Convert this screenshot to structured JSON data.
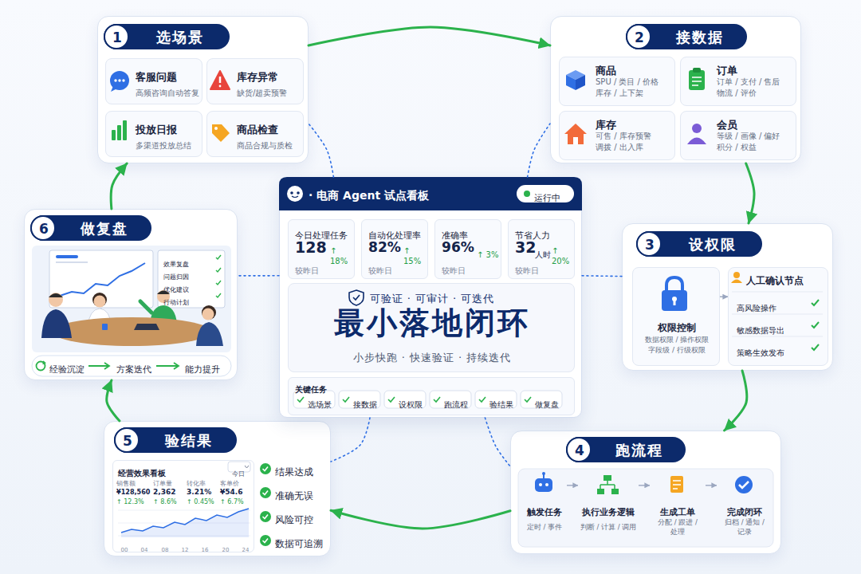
{
  "diagram": {
    "nodes": [
      {
        "text": [
          "1",
          "选场景"
        ]
      },
      {
        "text": [
          "客服问题",
          "高频咨询自动答复"
        ],
        "in": 0
      },
      {
        "text": [
          "库存异常",
          "缺货/超卖预警"
        ],
        "in": 0
      },
      {
        "text": [
          "投放日报",
          "多渠道投放总结"
        ],
        "in": 0
      },
      {
        "text": [
          "商品检查",
          "商品合规与质检"
        ],
        "in": 0
      },
      {
        "text": [
          "2",
          "接数据"
        ]
      },
      {
        "text": [
          "商品",
          "SPU / 类目 / 价格 库存 / 上下架"
        ],
        "in": 5
      },
      {
        "text": [
          "订单",
          "订单 / 支付 / 售后 物流 / 评价"
        ],
        "in": 5
      },
      {
        "text": [
          "库存",
          "可售 / 库存预警 调拨 / 出入库"
        ],
        "in": 5
      },
      {
        "text": [
          "会员",
          "等级 / 画像 / 偏好 积分 / 权益"
        ],
        "in": 5
      },
      {
        "text": [
          "3",
          "设权限"
        ]
      },
      {
        "text": [
          "权限控制",
          "数据权限 / 操作权限 字段级 / 行级权限"
        ],
        "in": 10
      },
      {
        "text": [
          "人工确认节点",
          "高风险操作",
          "敏感数据导出",
          "策略生效发布"
        ],
        "in": 10
      },
      {
        "text": [
          "4",
          "跑流程"
        ]
      },
      {
        "text": [
          "触发任务",
          "定时 / 事件"
        ],
        "in": 13
      },
      {
        "text": [
          "执行业务逻辑",
          "判断 / 计算 / 调用"
        ],
        "in": 13
      },
      {
        "text": [
          "生成工单",
          "分配 / 跟进 / 处理"
        ],
        "in": 13
      },
      {
        "text": [
          "完成闭环",
          "归档 / 通知 / 记录"
        ],
        "in": 13
      },
      {
        "text": [
          "5",
          "验结果"
        ]
      },
      {
        "text": [
          "经营效果看板",
          "今日"
        ],
        "in": 18
      },
      {
        "text": [
          "6",
          "做复盘"
        ]
      },
      {
        "text": [
          "· 电商 Agent 试点看板",
          "运行中"
        ]
      },
      {
        "text": [
          "今日处理任务",
          "128",
          "↑ 18%",
          "较昨日"
        ],
        "in": 21
      },
      {
        "text": [
          "自动化处理率",
          "82%",
          "↑ 15%",
          "较昨日"
        ],
        "in": 21
      },
      {
        "text": [
          "准确率",
          "96%",
          "↑ 3%",
          "较昨日"
        ],
        "in": 21
      },
      {
        "text": [
          "节省人力",
          "32",
          "人时",
          "↑ 20%",
          "较昨日"
        ],
        "in": 21
      },
      {
        "text": [
          "可验证 · 可审计 · 可迭代",
          "最小落地闭环",
          "小步快跑 · 快速验证 · 持续迭代"
        ],
        "in": 21
      },
      {
        "text": [
          "关键任务",
          "选场景",
          "接数据",
          "设权限",
          "跑流程",
          "验结果",
          "做复盘"
        ],
        "in": 21
      }
    ],
    "edges": [
      {
        "from": 0,
        "to": 5,
        "arrow": "to"
      },
      {
        "from": 5,
        "to": 10,
        "arrow": "to"
      },
      {
        "from": 10,
        "to": 13,
        "arrow": "to"
      },
      {
        "from": 13,
        "to": 18,
        "arrow": "to"
      },
      {
        "from": 18,
        "to": 20,
        "arrow": "to"
      },
      {
        "from": 20,
        "to": 0,
        "arrow": "to"
      },
      {
        "from": 21,
        "to": 0,
        "arrow": "none"
      },
      {
        "from": 21,
        "to": 5,
        "arrow": "none"
      },
      {
        "from": 21,
        "to": 10,
        "arrow": "none"
      },
      {
        "from": 21,
        "to": 13,
        "arrow": "none"
      },
      {
        "from": 21,
        "to": 18,
        "arrow": "none"
      },
      {
        "from": 21,
        "to": 20,
        "arrow": "none"
      },
      {
        "from": 11,
        "to": 12,
        "arrow": "to"
      },
      {
        "from": 14,
        "to": 15,
        "arrow": "to"
      },
      {
        "from": 15,
        "to": 16,
        "arrow": "to"
      },
      {
        "from": 16,
        "to": 17,
        "arrow": "to"
      }
    ],
    "labels": [
      "销售额",
      "订单量",
      "转化率",
      "客单价",
      "¥128,560",
      "2,362",
      "3.21%",
      "¥54.6",
      "↑ 12.3%",
      "↑ 8.6%",
      "↑ 0.45%",
      "↑ 6.7%",
      "00",
      "04",
      "08",
      "12",
      "16",
      "20",
      "24",
      "结果达成",
      "准确无误",
      "风险可控",
      "数据可追溯",
      "效果复盘",
      "问题归因",
      "优化建议",
      "行动计划",
      "经验沉淀",
      "方案迭代",
      "能力提升"
    ]
  }
}
